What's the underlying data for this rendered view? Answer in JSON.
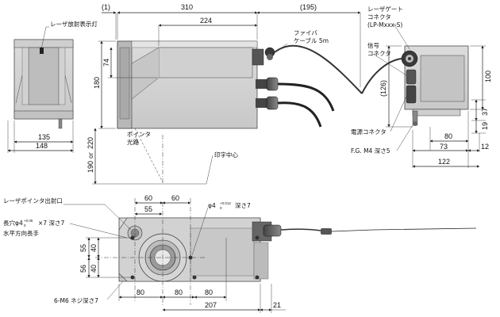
{
  "drawing": {
    "front_view": {
      "dims": {
        "top_offset": "(1)",
        "length_310": "310",
        "length_224": "224",
        "length_195": "(195)",
        "height_180": "180",
        "height_74": "74",
        "width_135": "135",
        "width_148": "148",
        "pointer_190": "190",
        "pointer_220": "220",
        "pointer_or": "or"
      },
      "labels": {
        "laser_lamp": "レーザ放射表示灯",
        "fiber_cable": "ファイバ\nケーブル 5m",
        "pointer_path": "ポインタ\n光路",
        "print_center": "印字中心"
      }
    },
    "side_view": {
      "dims": {
        "height_100": "100",
        "height_126": "(126)",
        "dim_37": "37",
        "dim_19": "19",
        "width_80": "80",
        "width_73": "73",
        "width_12": "12",
        "width_122": "122"
      },
      "labels": {
        "laser_gate": "レーザゲート\nコネクタ\n(LP-Mxxx-S)",
        "signal_connector": "信号\nコネクタ",
        "power_connector": "電源コネクタ",
        "fg": "F.G. M4 深さ5"
      }
    },
    "bottom_view": {
      "dims": {
        "top_60a": "60",
        "top_60b": "60",
        "top_55": "55",
        "v_55": "55",
        "v_40a": "40",
        "v_56": "56",
        "v_40b": "40",
        "b_80a": "80",
        "b_80b": "80",
        "b_80c": "80",
        "b_207": "207",
        "b_21": "21",
        "hole_phi": "φ4",
        "hole_tol": "+0.012",
        "hole_tol0": "0",
        "hole_depth": "深さ7"
      },
      "labels": {
        "pointer_exit": "レーザポインタ出射口",
        "slot_prefix": "長穴φ4",
        "slot_tol": "+0.05",
        "slot_tol0": "0",
        "slot_suffix": "×7 深さ7",
        "slot_dir": "水平方向長手",
        "screw": "6-M6 ネジ深さ7"
      }
    }
  }
}
